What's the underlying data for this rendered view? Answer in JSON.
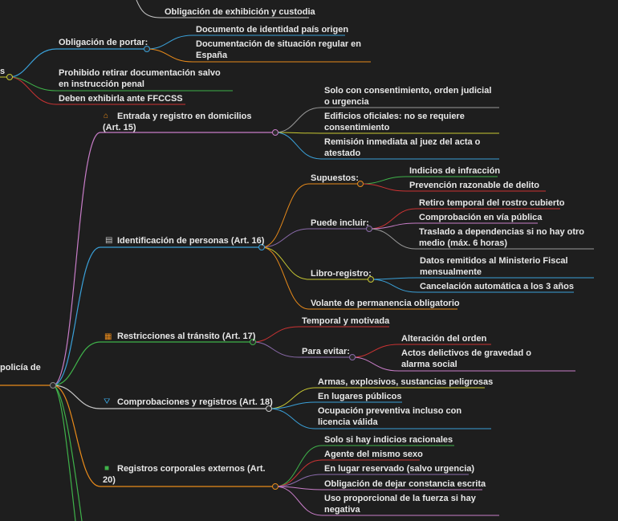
{
  "root": {
    "label": "policía de"
  },
  "top": {
    "custodia": "Obligación de exhibición y custodia",
    "portar": "Obligación de portar:",
    "portar_items": [
      "Documento de identidad país origen",
      "Documentación de situación regular en España"
    ],
    "left_edge_label": "s",
    "prohibido": "Prohibido retirar documentación salvo en instrucción penal",
    "ffccss": "Deben exhibirla ante FFCCSS"
  },
  "art15": {
    "icon": "house-icon",
    "label": "Entrada y registro en domicilios (Art. 15)",
    "items": [
      "Solo con consentimiento, orden judicial o urgencia",
      "Edificios oficiales: no se requiere consentimiento",
      "Remisión inmediata al juez del acta o atestado"
    ]
  },
  "art16": {
    "icon": "id-card-icon",
    "label": "Identificación de personas (Art. 16)",
    "supuestos": {
      "label": "Supuestos:",
      "items": [
        "Indicios de infracción",
        "Prevención razonable de delito"
      ]
    },
    "puede": {
      "label": "Puede incluir:",
      "items": [
        "Retiro temporal del rostro cubierto",
        "Comprobación en vía pública",
        "Traslado a dependencias si no hay otro medio (máx. 6 horas)"
      ]
    },
    "libro": {
      "label": "Libro-registro:",
      "items": [
        "Datos remitidos al Ministerio Fiscal mensualmente",
        "Cancelación automática a los 3 años"
      ]
    },
    "volante": "Volante de permanencia obligatorio"
  },
  "art17": {
    "icon": "barrier-icon",
    "label": "Restricciones al tránsito (Art. 17)",
    "temporal": "Temporal y motivada",
    "evitar": {
      "label": "Para evitar:",
      "items": [
        "Alteración del orden",
        "Actos delictivos de gravedad o alarma social"
      ]
    }
  },
  "art18": {
    "icon": "police-car-icon",
    "label": "Comprobaciones y registros (Art. 18)",
    "items": [
      "Armas, explosivos, sustancias peligrosas",
      "En lugares públicos",
      "Ocupación preventiva incluso con licencia válida"
    ]
  },
  "art20": {
    "icon": "shirt-icon",
    "label": "Registros corporales externos (Art. 20)",
    "items": [
      "Solo si hay indicios racionales",
      "Agente del mismo sexo",
      "En lugar reservado (salvo urgencia)",
      "Obligación de dejar constancia escrita",
      "Uso proporcional de la fuerza si hay negativa"
    ]
  },
  "colors": {
    "background": "#1e1e1e",
    "text": "#e8e8e8"
  }
}
